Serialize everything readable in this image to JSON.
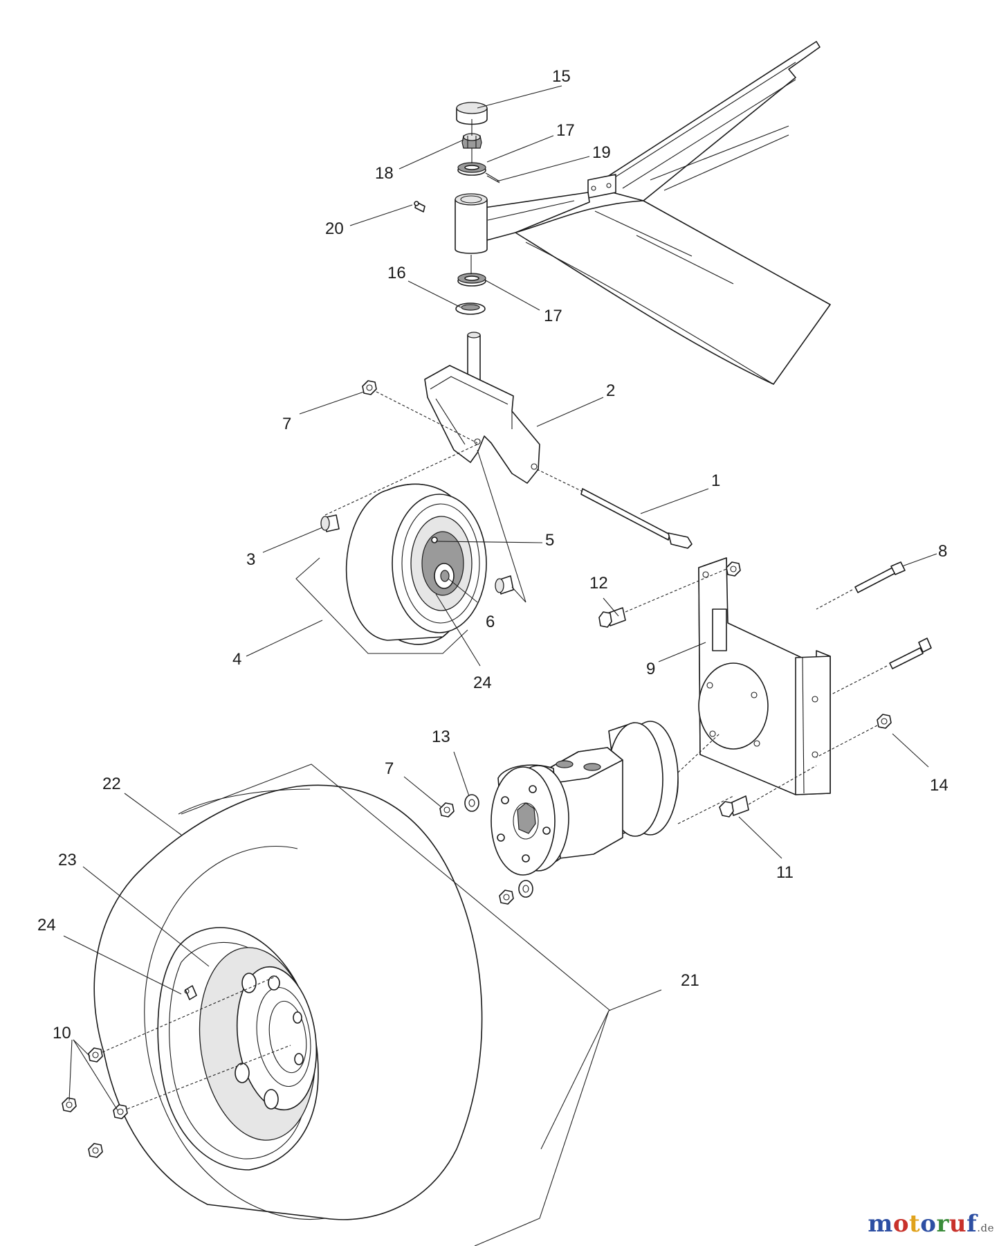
{
  "diagram": {
    "callouts": [
      "15",
      "17",
      "18",
      "19",
      "20",
      "16",
      "17",
      "7",
      "2",
      "1",
      "3",
      "5",
      "4",
      "6",
      "24",
      "12",
      "8",
      "9",
      "13",
      "7",
      "14",
      "22",
      "11",
      "23",
      "21",
      "24",
      "10"
    ]
  },
  "watermark": {
    "letters": [
      "m",
      "o",
      "t",
      "o",
      "r",
      "u",
      "f"
    ],
    "suffix": ".de",
    "colors": [
      "#2d4fa3",
      "#c8322b",
      "#e0a21c",
      "#2d4fa3",
      "#3a8c3a",
      "#c8322b",
      "#2d4fa3"
    ]
  }
}
